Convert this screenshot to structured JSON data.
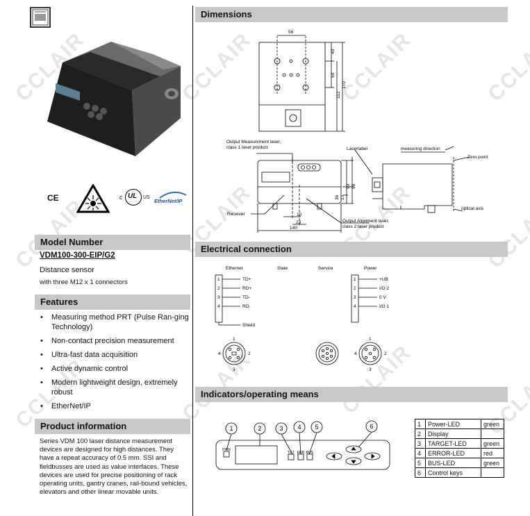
{
  "left": {
    "model_number_header": "Model Number",
    "model_number": "VDM100-300-EIP/G2",
    "description_line1": "Distance sensor",
    "description_line2": "with three M12 x 1 connectors",
    "features_header": "Features",
    "features": [
      "Measuring method PRT (Pulse Ran-ging Technology)",
      "Non-contact precision measurement",
      "Ultra-fast data acquisition",
      "Active dynamic control",
      "Modern lightweight design, extremely robust",
      "EtherNet/IP"
    ],
    "product_info_header": "Product information",
    "product_info_text": "Series VDM 100 laser distance measurement devices are designed for high distances. They have a repeat accuracy of 0.5 mm. SSI and fieldbusses are used as value interfaces. These devices are used for precise positioning of rack operating units, gantry cranes, rail-bound vehicles, elevators and other linear movable units.",
    "cert_ce": "CE",
    "cert_ul_c": "c",
    "cert_ul": "UL",
    "cert_ul_us": "US",
    "cert_ethernetip": "EtherNet/IP"
  },
  "dimensions": {
    "header": "Dimensions",
    "dim_56": "56",
    "dim_40": "40",
    "dim_50": "50",
    "dim_112": "112",
    "dim_170": "170",
    "dim_98": "98",
    "dim_90": "90",
    "dim_17": "17",
    "dim_36": "36",
    "dim_10": "10",
    "dim_23": "23",
    "dim_140": "140",
    "label_output_measurement_1": "Output Measurement laser,",
    "label_output_measurement_2": "class 1 laser product",
    "label_laserlabel": "Laserlabel",
    "label_measuring_direction": "measuring direction",
    "label_zero_point": "Zero point",
    "label_receiver": "Receiver",
    "label_output_alignment_1": "Output Alignment laser,",
    "label_output_alignment_2": "class 2 laser product",
    "label_optical_axis": "optical axis"
  },
  "electrical": {
    "header": "Electrical connection",
    "col_ethernet": "Ethernet",
    "col_state": "State",
    "col_service": "Service",
    "col_power": "Power",
    "ethernet_pins": [
      "1",
      "2",
      "3",
      "4"
    ],
    "ethernet_signals": [
      "TD+",
      "RD+",
      "TD-",
      "RD-"
    ],
    "ethernet_shield": "Shield",
    "power_pins": [
      "1",
      "2",
      "3",
      "4"
    ],
    "power_signals": [
      "+UB",
      "I/O 2",
      "0 V",
      "I/O 1"
    ],
    "conn_pin_labels": [
      "1",
      "2",
      "3",
      "4"
    ]
  },
  "indicators": {
    "header": "Indicators/operating means",
    "callouts": [
      "1",
      "2",
      "3",
      "4",
      "5",
      "6"
    ],
    "led_pwr": "PWR",
    "led_tgt": "TGT",
    "led_err": "ERR",
    "led_bus": "BUS",
    "table": [
      {
        "num": "1",
        "name": "Power-LED",
        "color": "green"
      },
      {
        "num": "2",
        "name": "Display",
        "color": ""
      },
      {
        "num": "3",
        "name": "TARGET-LED",
        "color": "green"
      },
      {
        "num": "4",
        "name": "ERROR-LED",
        "color": "red"
      },
      {
        "num": "5",
        "name": "BUS-LED",
        "color": "green"
      },
      {
        "num": "6",
        "name": "Control keys",
        "color": ""
      }
    ]
  },
  "watermark": "CCLAIR"
}
